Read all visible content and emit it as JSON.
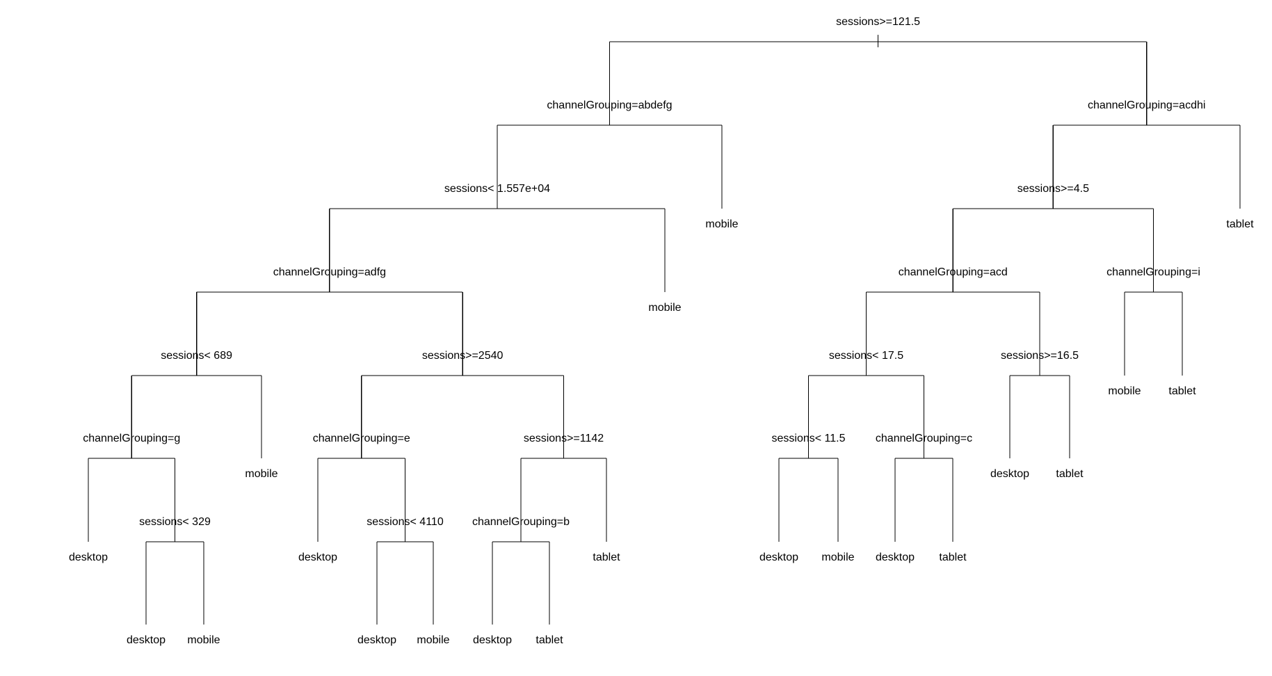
{
  "diagram": {
    "type": "decision-tree",
    "root": {
      "split": "sessions>=121.5",
      "children": [
        {
          "split": "channelGrouping=abdefg",
          "children": [
            {
              "split": "sessions< 1.557e+04",
              "children": [
                {
                  "split": "channelGrouping=adfg",
                  "children": [
                    {
                      "split": "sessions< 689",
                      "children": [
                        {
                          "split": "channelGrouping=g",
                          "children": [
                            {
                              "leaf": "desktop"
                            },
                            {
                              "split": "sessions< 329",
                              "children": [
                                {
                                  "leaf": "desktop"
                                },
                                {
                                  "leaf": "mobile"
                                }
                              ]
                            }
                          ]
                        },
                        {
                          "leaf": "mobile"
                        }
                      ]
                    },
                    {
                      "split": "sessions>=2540",
                      "children": [
                        {
                          "split": "channelGrouping=e",
                          "children": [
                            {
                              "leaf": "desktop"
                            },
                            {
                              "split": "sessions< 4110",
                              "children": [
                                {
                                  "leaf": "desktop"
                                },
                                {
                                  "leaf": "mobile"
                                }
                              ]
                            }
                          ]
                        },
                        {
                          "split": "sessions>=1142",
                          "children": [
                            {
                              "split": "channelGrouping=b",
                              "children": [
                                {
                                  "leaf": "desktop"
                                },
                                {
                                  "leaf": "tablet"
                                }
                              ]
                            },
                            {
                              "leaf": "tablet"
                            }
                          ]
                        }
                      ]
                    }
                  ]
                },
                {
                  "leaf": "mobile"
                }
              ]
            },
            {
              "leaf": "mobile"
            }
          ]
        },
        {
          "split": "channelGrouping=acdhi",
          "children": [
            {
              "split": "sessions>=4.5",
              "children": [
                {
                  "split": "channelGrouping=acd",
                  "children": [
                    {
                      "split": "sessions< 17.5",
                      "children": [
                        {
                          "split": "sessions< 11.5",
                          "children": [
                            {
                              "leaf": "desktop"
                            },
                            {
                              "leaf": "mobile"
                            }
                          ]
                        },
                        {
                          "split": "channelGrouping=c",
                          "children": [
                            {
                              "leaf": "desktop"
                            },
                            {
                              "leaf": "tablet"
                            }
                          ]
                        }
                      ]
                    },
                    {
                      "split": "sessions>=16.5",
                      "children": [
                        {
                          "leaf": "desktop"
                        },
                        {
                          "leaf": "tablet"
                        }
                      ]
                    }
                  ]
                },
                {
                  "split": "channelGrouping=i",
                  "children": [
                    {
                      "leaf": "mobile"
                    },
                    {
                      "leaf": "tablet"
                    }
                  ]
                }
              ]
            },
            {
              "leaf": "tablet"
            }
          ]
        }
      ]
    }
  }
}
